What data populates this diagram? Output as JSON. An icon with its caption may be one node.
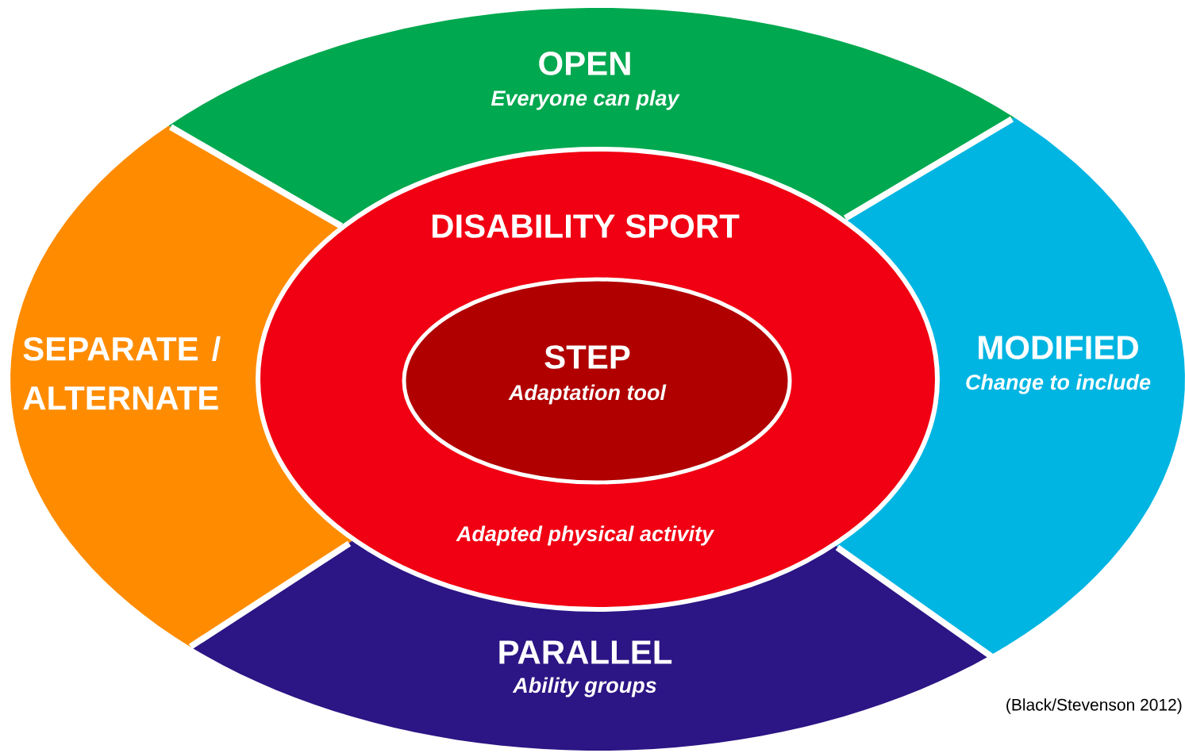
{
  "diagram": {
    "nodes": [
      {
        "text": [
          "OPEN",
          "Everyone can play"
        ]
      },
      {
        "text": [
          "SEPARATE / ALTERNATE"
        ]
      },
      {
        "text": [
          "DISABILITY SPORT",
          "Adapted physical activity"
        ]
      },
      {
        "text": [
          "STEP",
          "Adaptation tool"
        ],
        "in": 2
      },
      {
        "text": [
          "MODIFIED",
          "Change to include"
        ]
      },
      {
        "text": [
          "PARALLEL",
          "Ability groups"
        ]
      }
    ],
    "labels": [
      "(Black/Stevenson 2012)"
    ]
  }
}
